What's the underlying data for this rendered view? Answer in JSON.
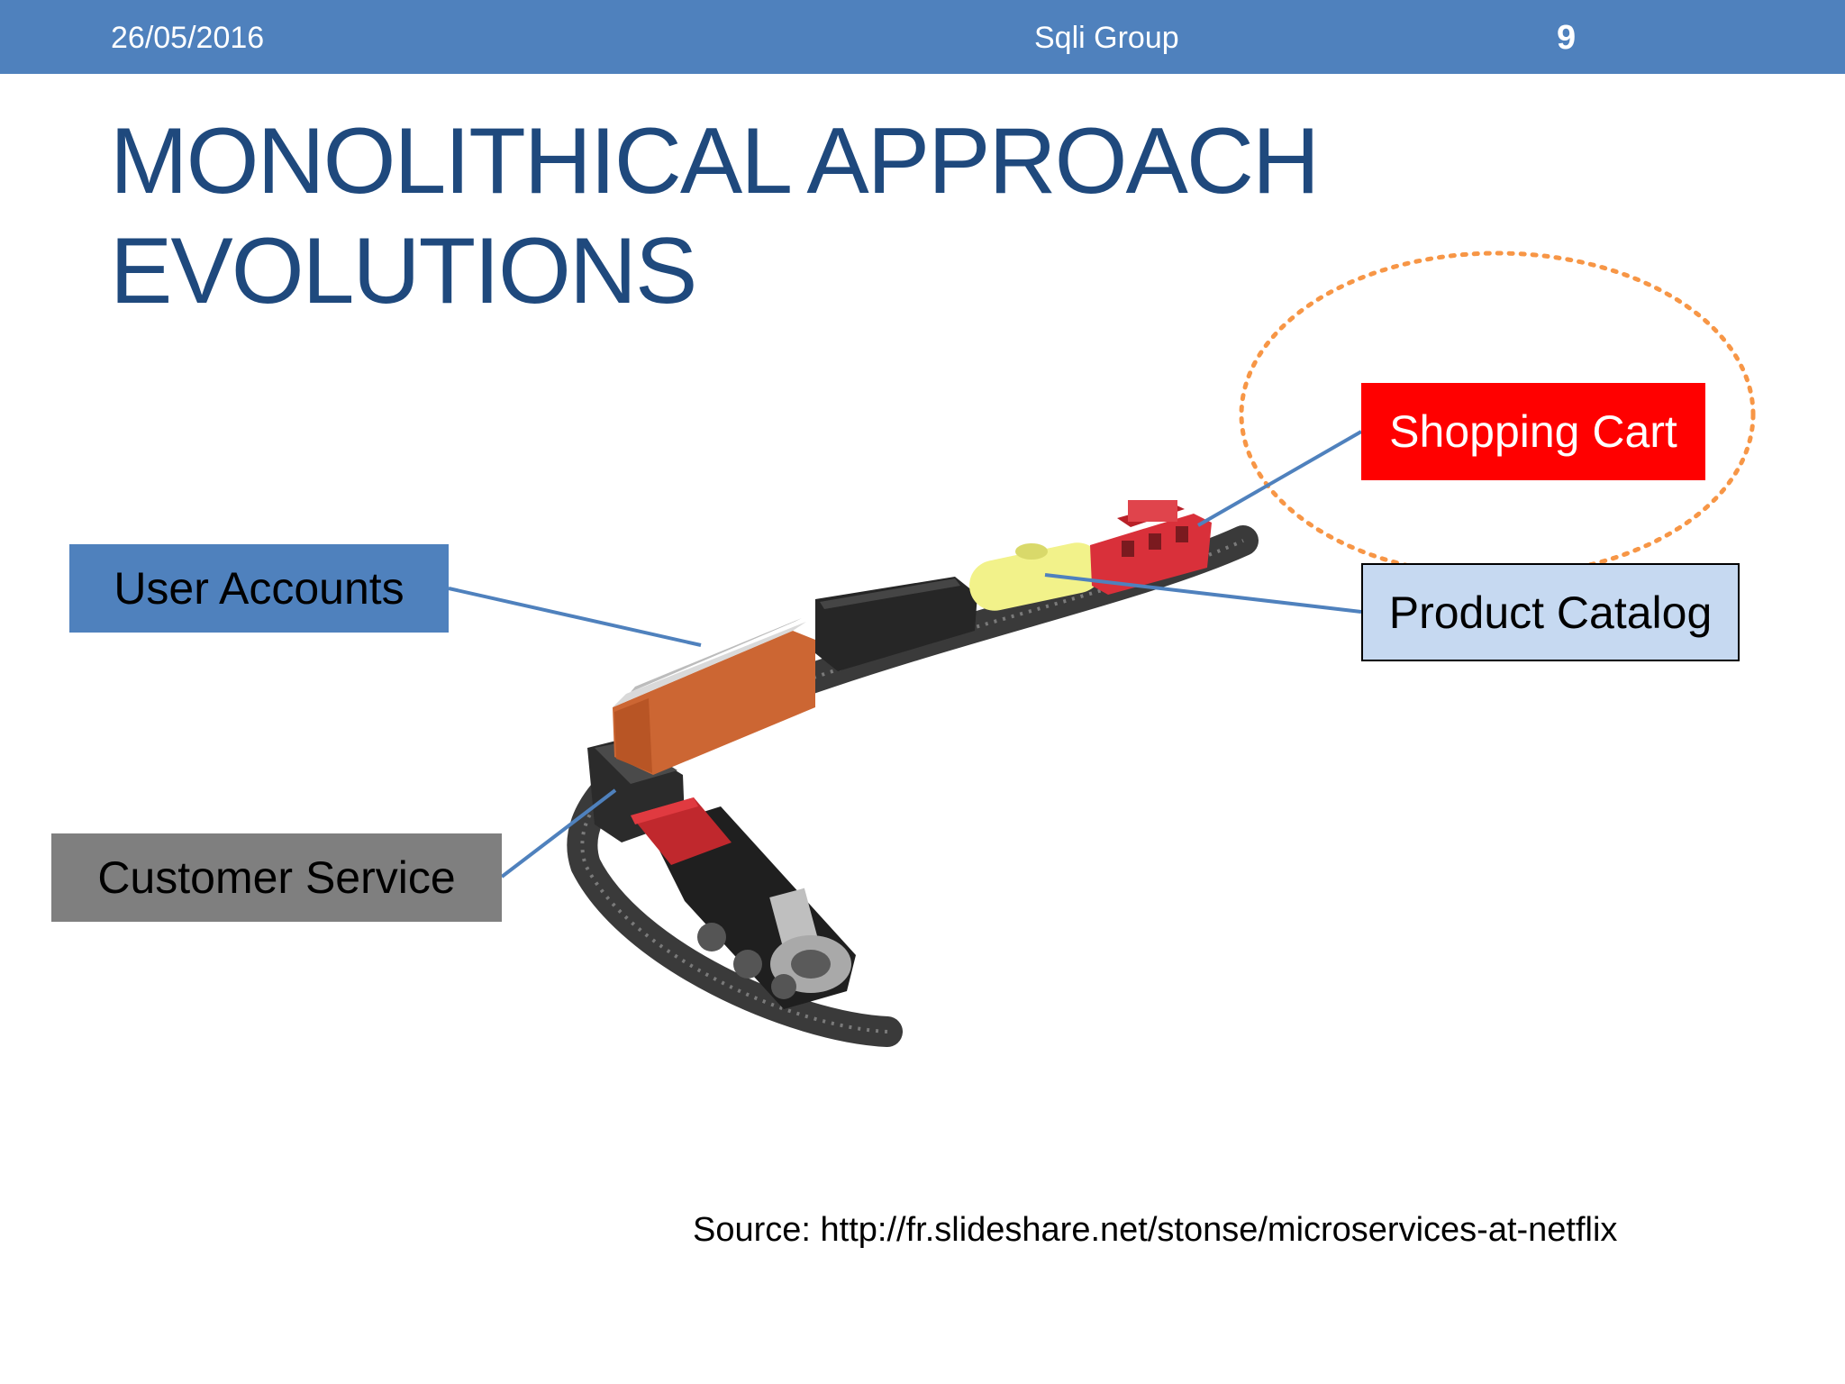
{
  "header": {
    "date": "26/05/2016",
    "company": "Sqli Group",
    "slide_number": "9",
    "bar_color": "#4f81bd"
  },
  "title": {
    "line1": "MONOLITHICAL APPROACH",
    "line2": "EVOLUTIONS",
    "color": "#1f497d"
  },
  "labels": {
    "user_accounts": "User Accounts",
    "customer_service": "Customer Service",
    "shopping_cart": "Shopping Cart",
    "product_catalog": "Product Catalog"
  },
  "colors": {
    "user_accounts": "#4f81bd",
    "customer_service": "#7f7f7f",
    "shopping_cart": "#ff0000",
    "product_catalog": "#c6d9f1",
    "highlight_ring": "#f79646",
    "connector": "#4f81bd"
  },
  "source": "Source: http://fr.slideshare.net/stonse/microservices-at-netflix"
}
